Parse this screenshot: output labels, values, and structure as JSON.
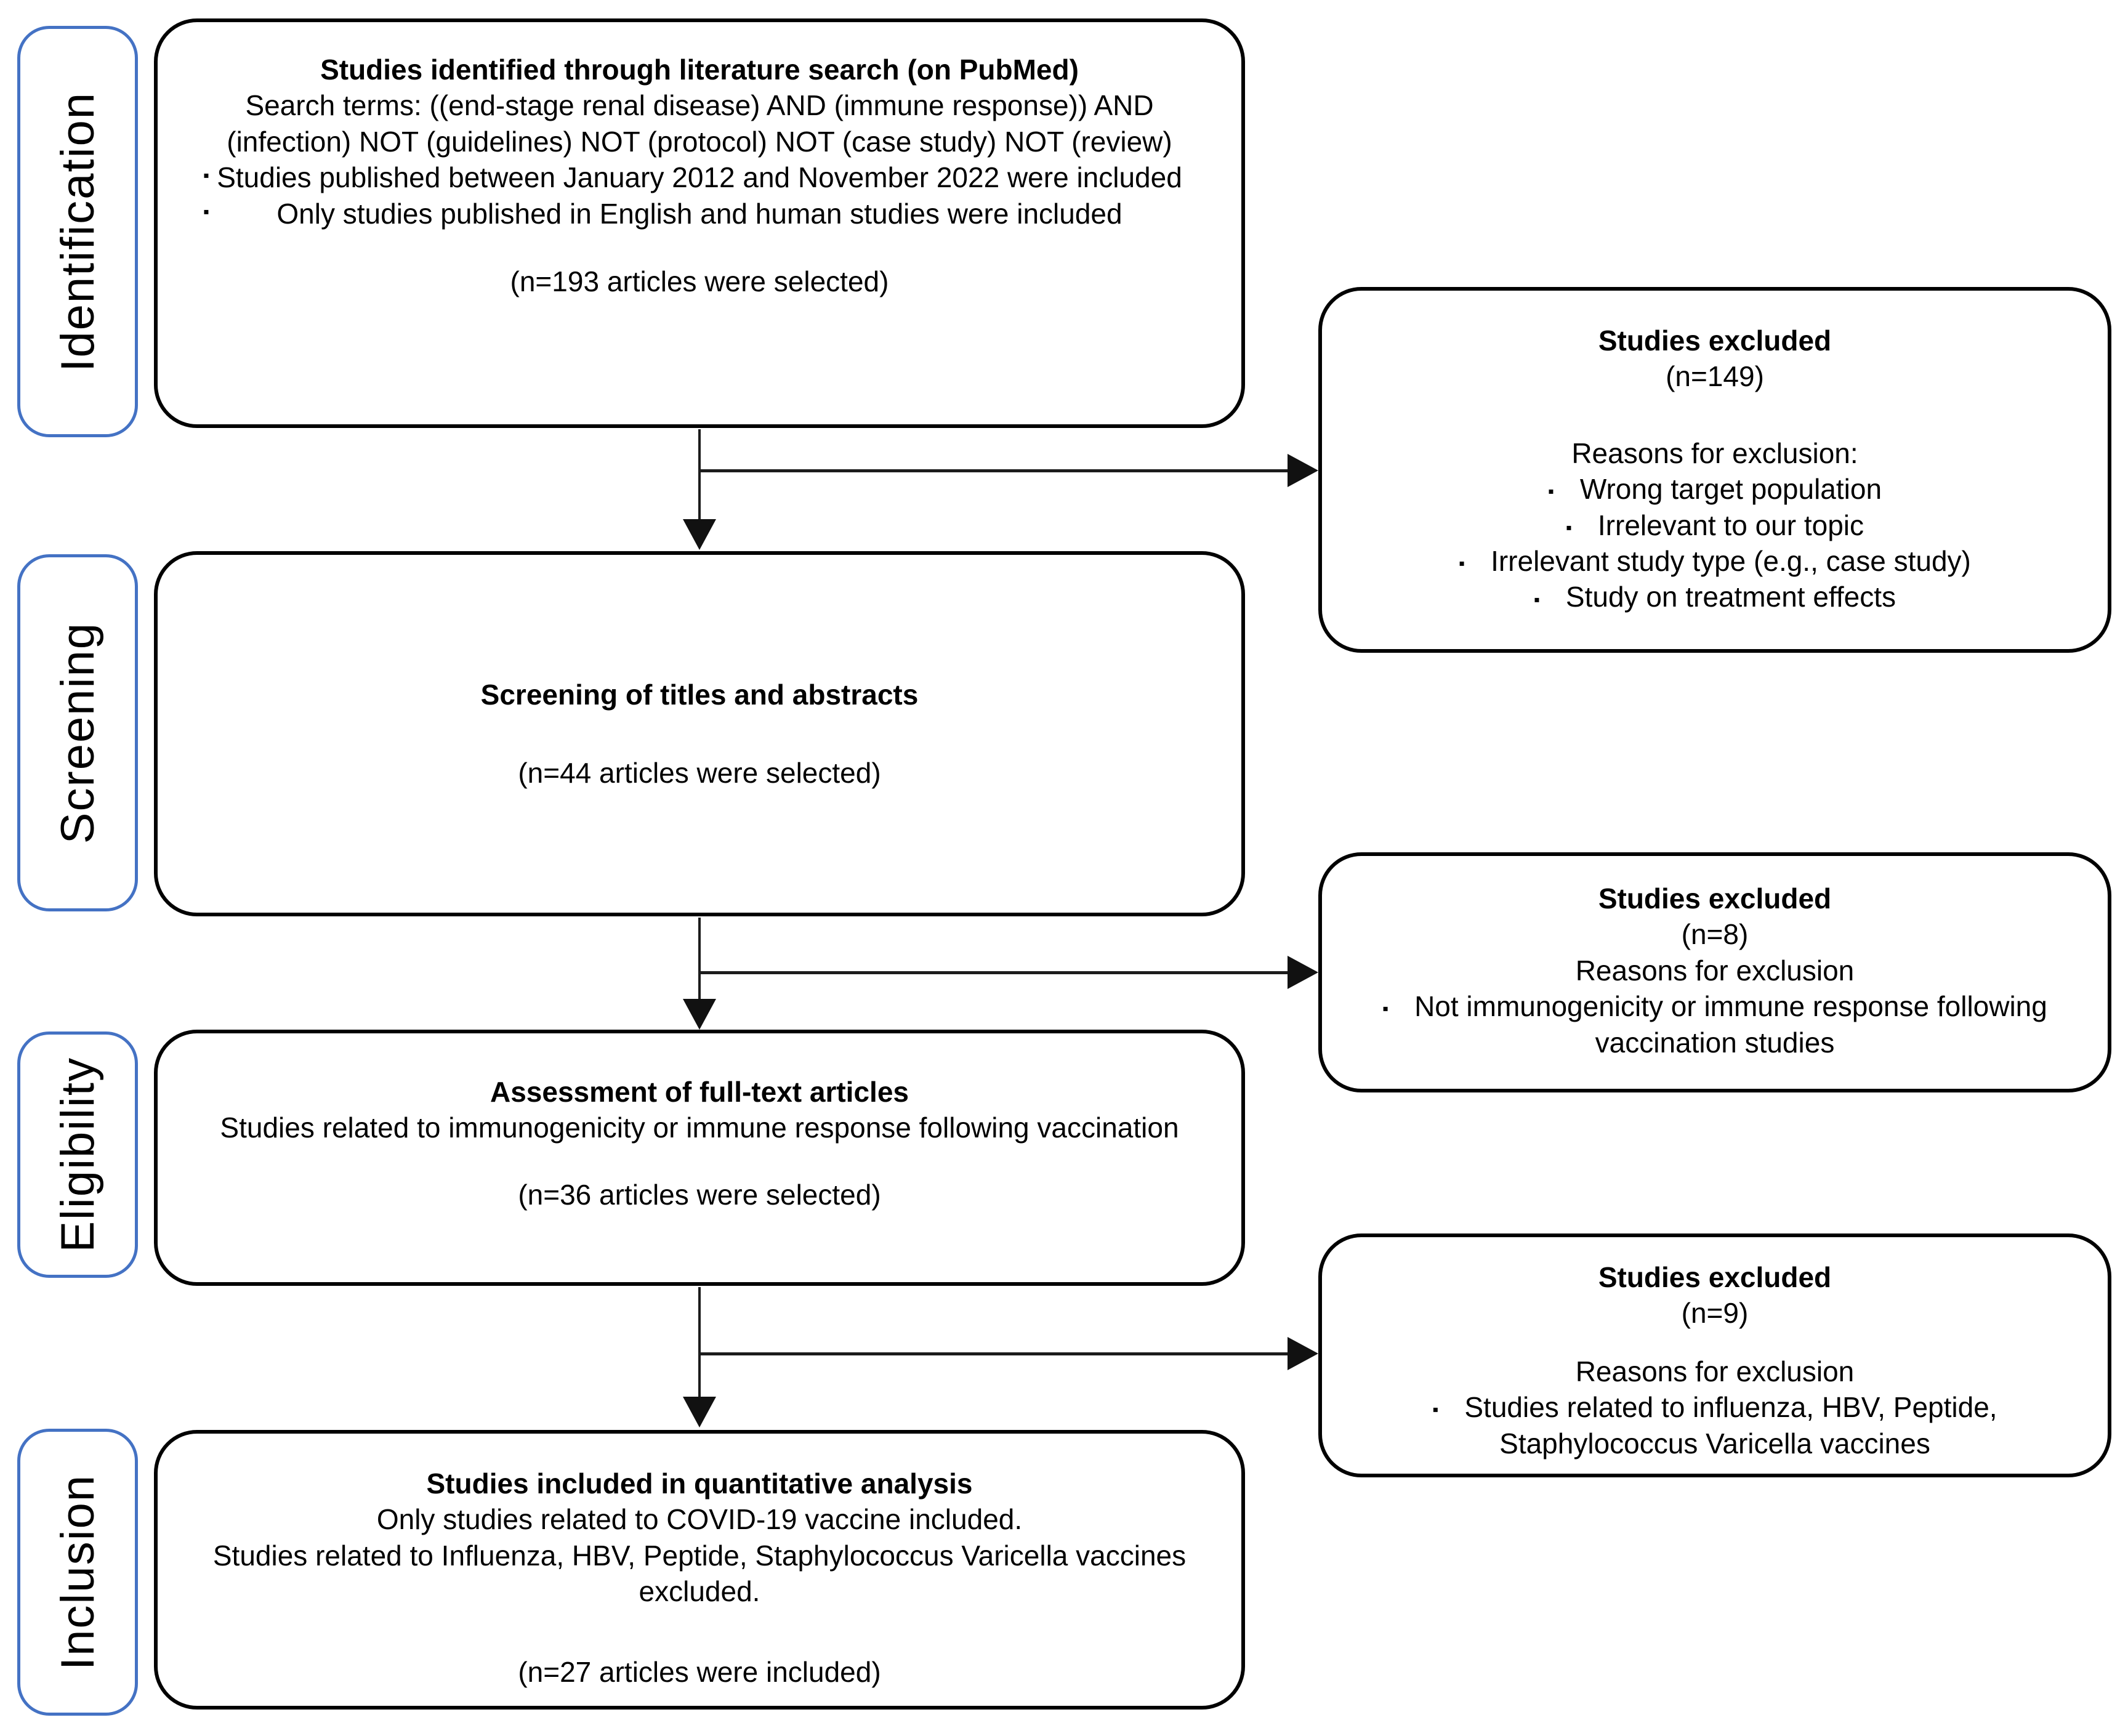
{
  "stages": [
    {
      "label": "Identification"
    },
    {
      "label": "Screening"
    },
    {
      "label": "Eligibility"
    },
    {
      "label": "Inclusion"
    }
  ],
  "main_boxes": [
    {
      "title": "Studies identified through literature search (on PubMed)",
      "body": [
        "Search terms: ((end-stage renal disease) AND (immune response)) AND (infection) NOT (guidelines) NOT (protocol) NOT (case study) NOT (review)"
      ],
      "bullets": [
        "Studies published between January 2012 and November 2022 were included",
        "Only studies published in English and human studies were included"
      ],
      "note": "(n=193 articles were selected)"
    },
    {
      "title": "Screening of titles and abstracts",
      "note": "(n=44 articles were selected)"
    },
    {
      "title": "Assessment of full-text articles",
      "body": [
        "Studies related to immunogenicity or immune response following vaccination"
      ],
      "note": "(n=36 articles were selected)"
    },
    {
      "title": "Studies included in quantitative analysis",
      "body": [
        "Only studies related to COVID-19 vaccine included.",
        "Studies related to Influenza, HBV, Peptide, Staphylococcus Varicella vaccines excluded."
      ],
      "note": "(n=27 articles were included)"
    }
  ],
  "excluded_boxes": [
    {
      "title": "Studies excluded",
      "count": "(n=149)",
      "reasons_label": "Reasons for exclusion:",
      "bullets": [
        "Wrong target population",
        "Irrelevant to our topic",
        "Irrelevant study type (e.g., case study)",
        "Study on treatment effects"
      ]
    },
    {
      "title": "Studies excluded",
      "count": "(n=8)",
      "reasons_label": "Reasons for exclusion",
      "bullets": [
        "Not immunogenicity or immune response following vaccination studies"
      ]
    },
    {
      "title": "Studies excluded",
      "count": "(n=9)",
      "reasons_label": "Reasons for exclusion",
      "bullets": [
        "Studies related to influenza, HBV, Peptide, Staphylococcus Varicella vaccines"
      ]
    }
  ],
  "icons": {
    "bullet": "▪"
  },
  "colors": {
    "stage_border": "#4472C4",
    "box_border": "#000000",
    "arrow": "#1c1c1c",
    "text": "#000000",
    "background": "#ffffff"
  }
}
